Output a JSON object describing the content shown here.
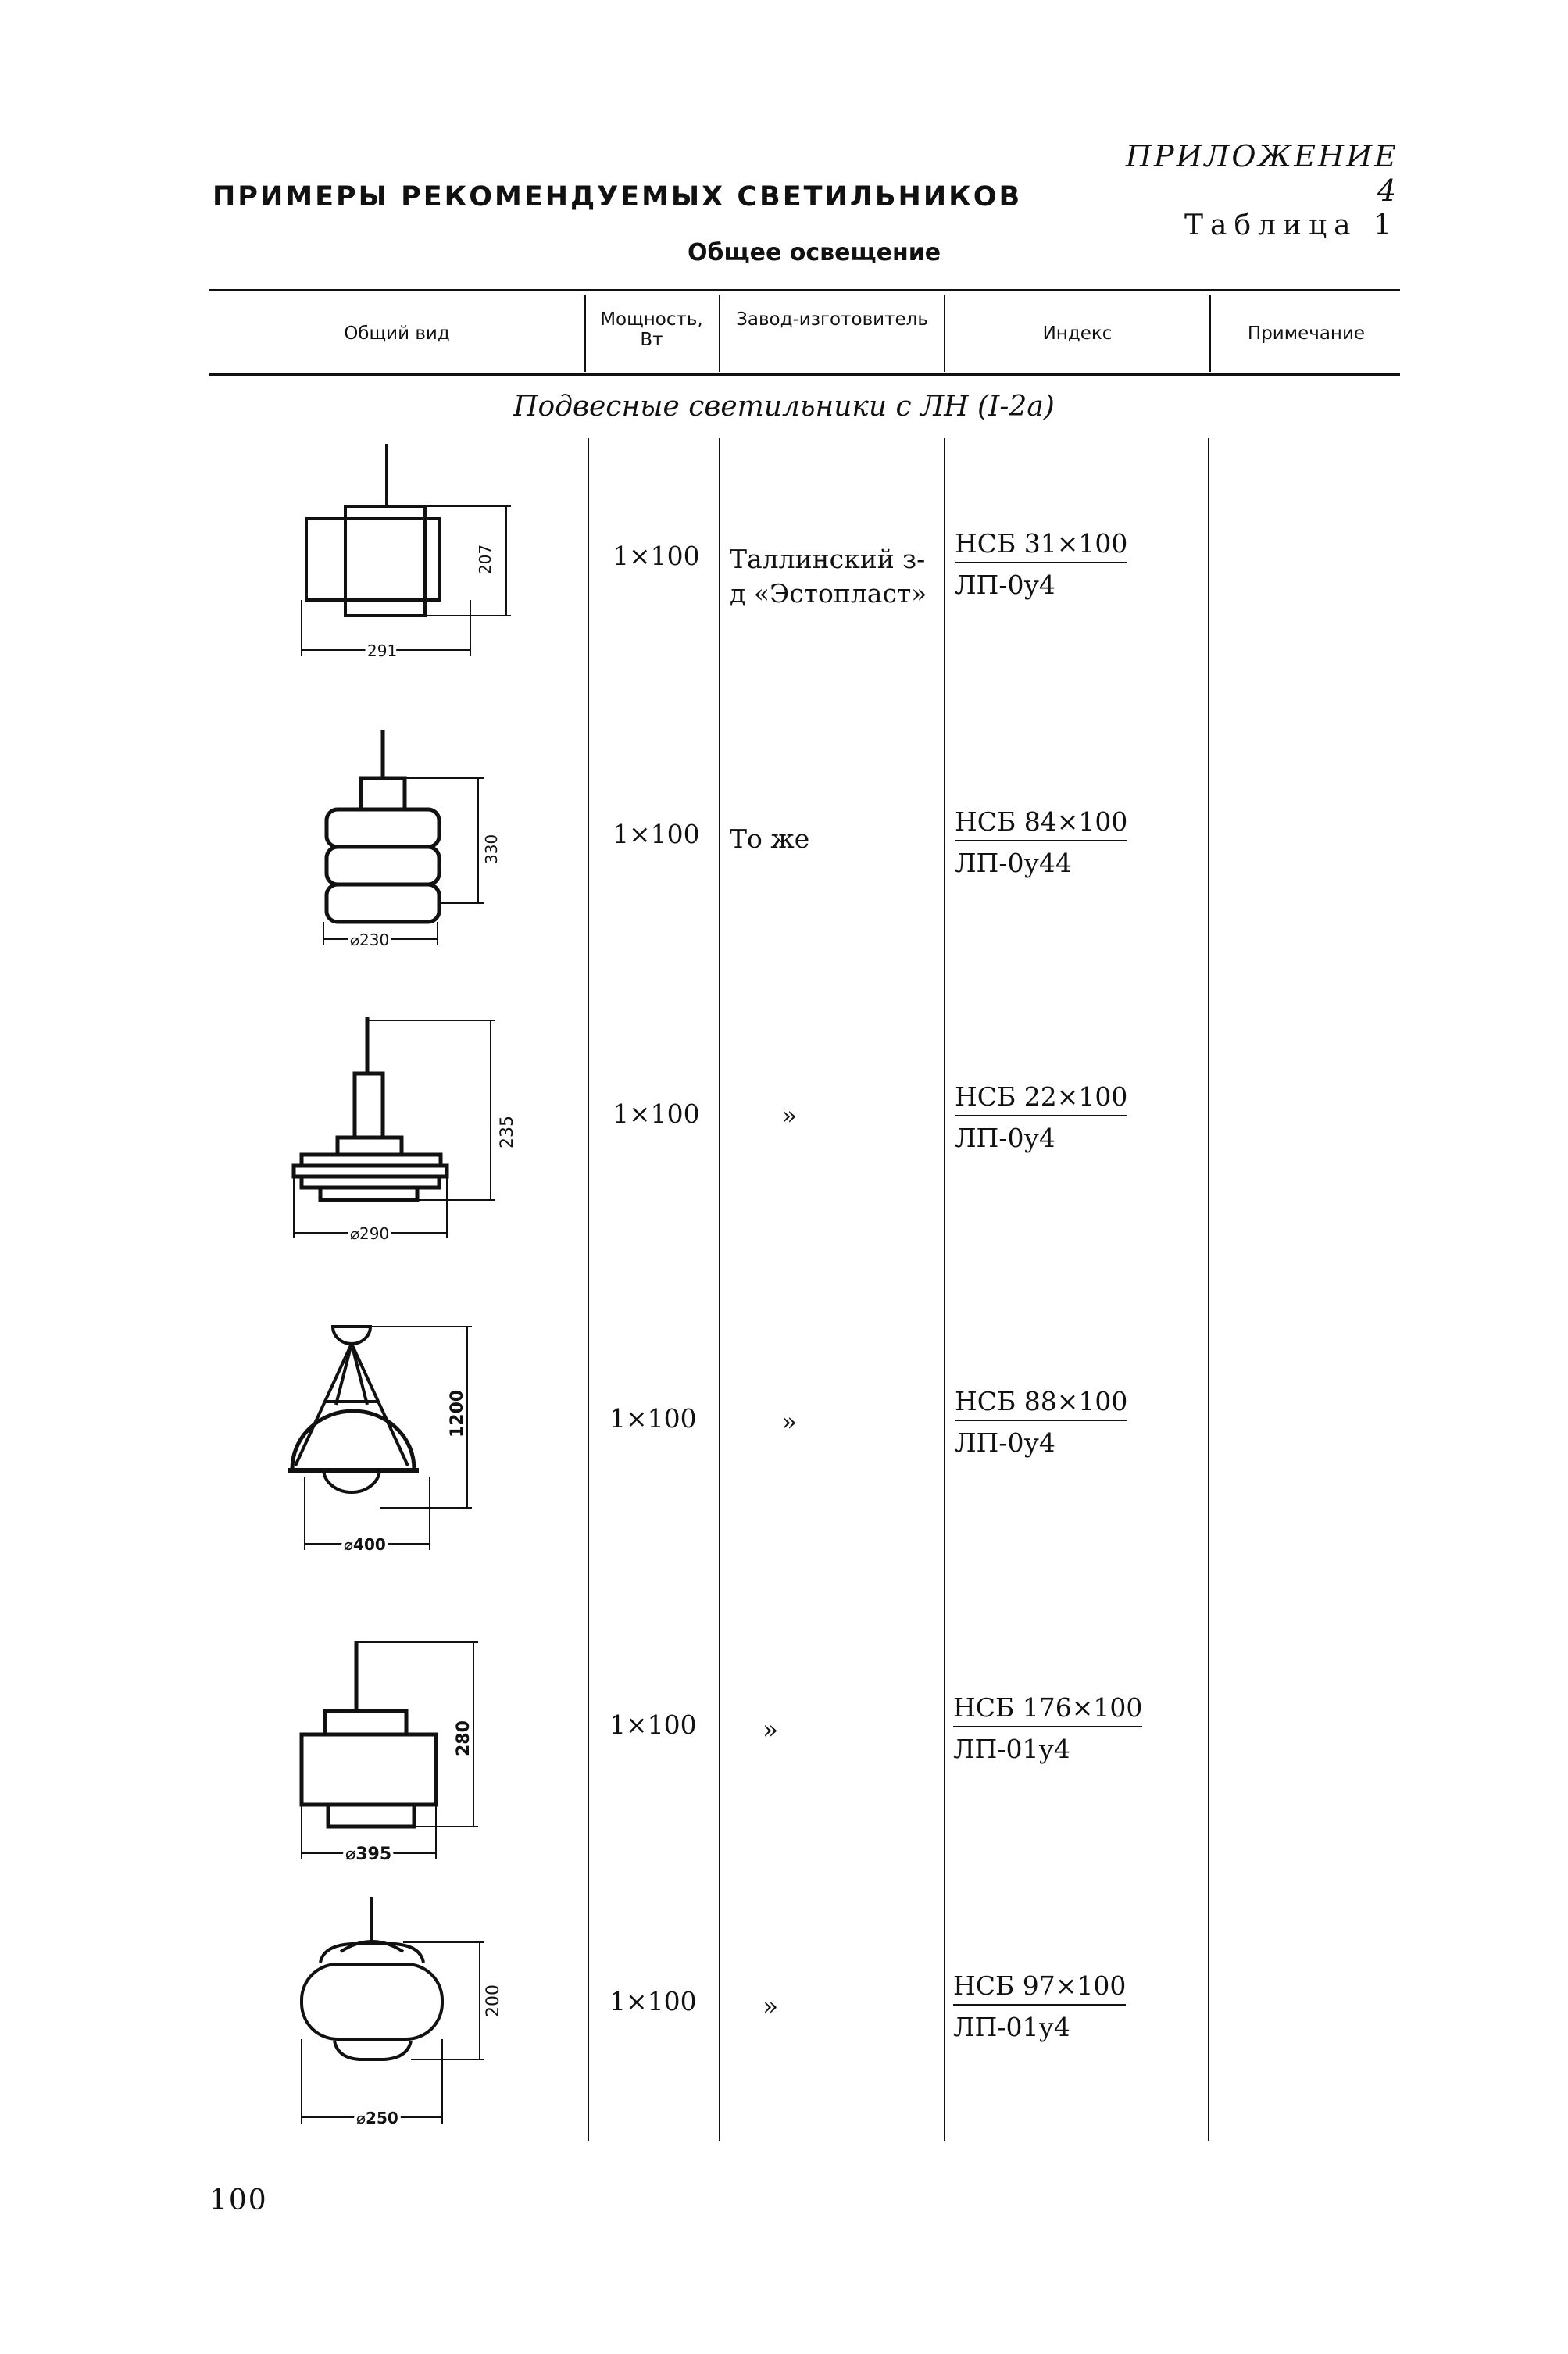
{
  "page": {
    "appendix": "ПРИЛОЖЕНИЕ 4",
    "title": "ПРИМЕРЫ РЕКОМЕНДУЕМЫХ СВЕТИЛЬНИКОВ",
    "table_label": "Таблица 1",
    "subtitle": "Общее освещение",
    "page_number": "100"
  },
  "table": {
    "headers": {
      "view": "Общий вид",
      "power": "Мощность, Вт",
      "maker": "Завод-изготовитель",
      "index": "Индекс",
      "note": "Примечание"
    },
    "section_title": "Подвесные светильники с ЛН (I-2а)",
    "rows": [
      {
        "dims": [
          "291",
          "207"
        ],
        "power": "1×100",
        "maker": "Таллинский з-д «Эстопласт»",
        "index_top": "НСБ 31×100",
        "index_bottom": "ЛП-0у4"
      },
      {
        "dims": [
          "⌀230",
          "330"
        ],
        "power": "1×100",
        "maker": "То же",
        "index_top": "НСБ 84×100",
        "index_bottom": "ЛП-0у44"
      },
      {
        "dims": [
          "⌀290",
          "235"
        ],
        "power": "1×100",
        "maker": "»",
        "index_top": "НСБ 22×100",
        "index_bottom": "ЛП-0у4"
      },
      {
        "dims": [
          "⌀400",
          "1200"
        ],
        "power": "1×100",
        "maker": "»",
        "index_top": "НСБ 88×100",
        "index_bottom": "ЛП-0у4"
      },
      {
        "dims": [
          "⌀395",
          "280"
        ],
        "power": "1×100",
        "maker": "»",
        "index_top": "НСБ 176×100",
        "index_bottom": "ЛП-01у4"
      },
      {
        "dims": [
          "⌀250",
          "200"
        ],
        "power": "1×100",
        "maker": "»",
        "index_top": "НСБ 97×100",
        "index_bottom": "ЛП-01у4"
      }
    ]
  }
}
